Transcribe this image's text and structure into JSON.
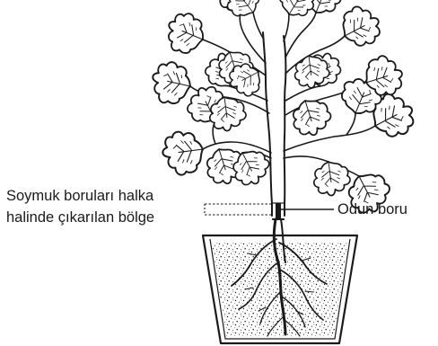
{
  "labels": {
    "phloem_ring_line1": "Soymuk boruları halka",
    "phloem_ring_line2": "halinde çıkarılan bölge",
    "xylem": "Odun boru"
  },
  "colors": {
    "ink": "#1a1a1a",
    "background": "#ffffff"
  }
}
